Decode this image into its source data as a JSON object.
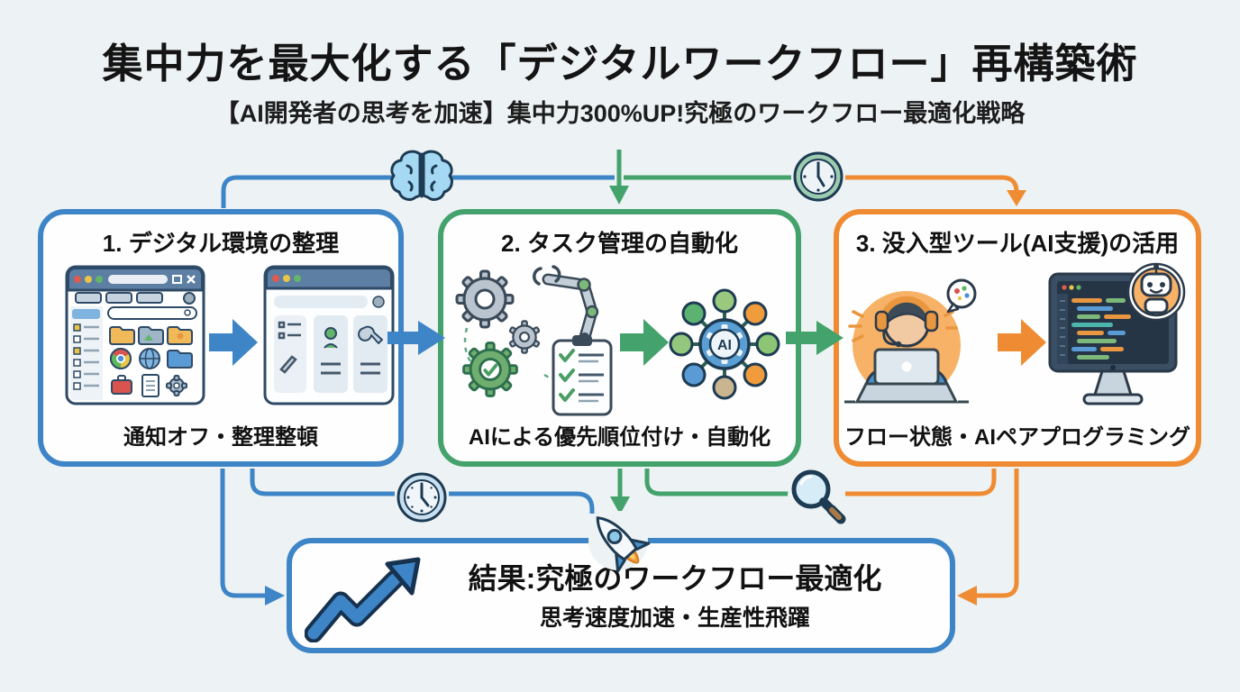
{
  "header": {
    "title": "集中力を最大化する「デジタルワークフロー」再構築術",
    "subtitle": "【AI開発者の思考を加速】集中力300%UP!究極のワークフロー最適化戦略"
  },
  "steps": [
    {
      "title": "1. デジタル環境の整理",
      "caption": "通知オフ・整理整頓",
      "accent": "#3d85c6",
      "icons": [
        "cluttered-browser-window-icon",
        "arrow-right-icon",
        "clean-browser-window-icon"
      ]
    },
    {
      "title": "2. タスク管理の自動化",
      "caption": "AIによる優先順位付け・自動化",
      "accent": "#44a36c",
      "hub_label": "AI",
      "icons": [
        "gears-icon",
        "robot-arm-icon",
        "checklist-icon",
        "arrow-right-icon",
        "ai-network-hub-icon"
      ]
    },
    {
      "title": "3. 没入型ツール(AI支援)の活用",
      "caption": "フロー状態・AIペアプログラミング",
      "accent": "#ef8c33",
      "icons": [
        "developer-headphones-icon",
        "arrow-right-icon",
        "code-monitor-icon",
        "robot-assistant-icon"
      ]
    }
  ],
  "result": {
    "title": "結果:究極のワークフロー最適化",
    "subtitle": "思考速度加速・生産性飛躍",
    "icons": [
      "trending-up-icon",
      "rocket-icon"
    ]
  },
  "connector_icons": [
    "brain-icon",
    "clock-icon",
    "clock-icon",
    "magnifier-icon",
    "rocket-icon"
  ],
  "colors": {
    "blue": "#3d85c6",
    "green": "#44a36c",
    "orange": "#ef8c33",
    "background": "#edf2f4",
    "box_fill": "#fefefe",
    "outline_navy": "#1d3b53",
    "text": "#111111"
  }
}
